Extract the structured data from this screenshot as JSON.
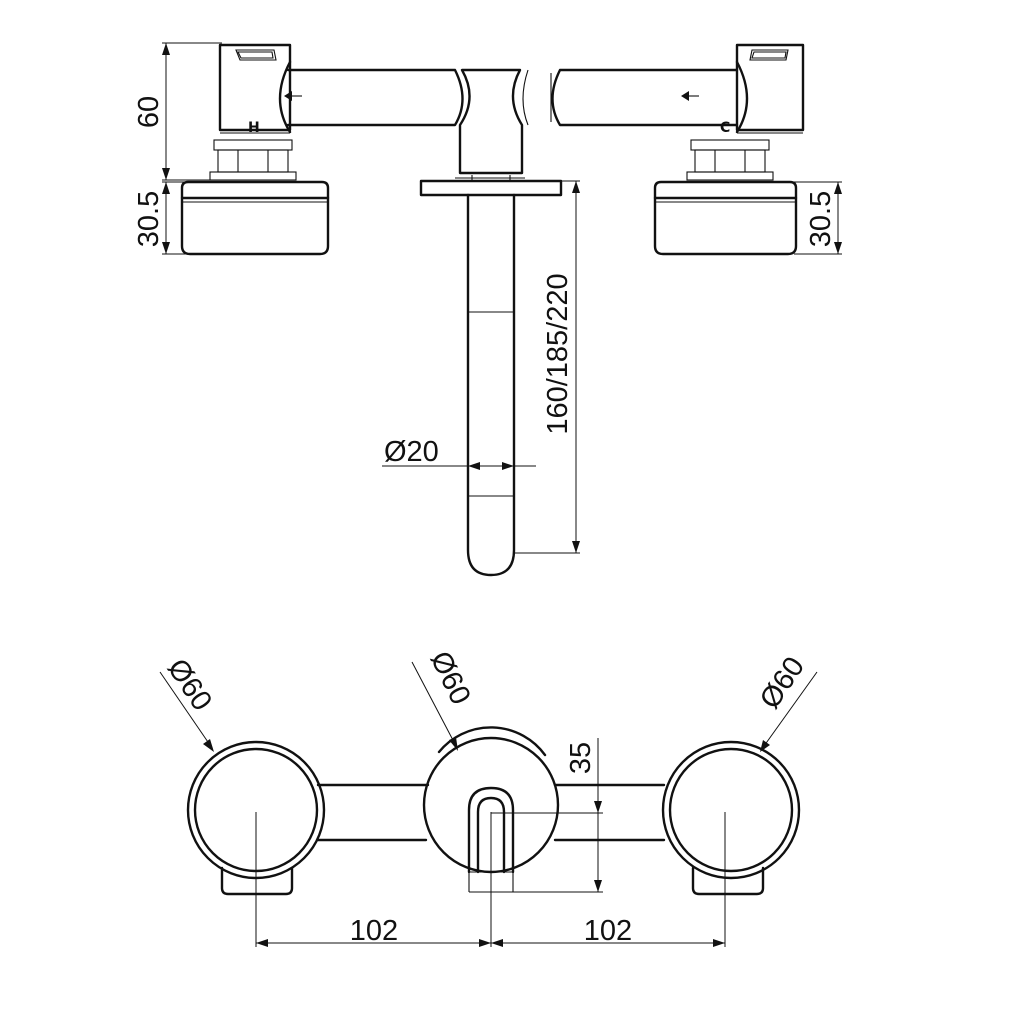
{
  "side_view": {
    "height_label": "60",
    "flange_left_label": "30.5",
    "flange_right_label": "30.5",
    "spout_length_label": "160/185/220",
    "spout_diameter_label": "Ø20",
    "hot_mark": "H",
    "cold_mark": "C"
  },
  "front_view": {
    "left_diameter_label": "Ø60",
    "center_diameter_label": "Ø60",
    "right_diameter_label": "Ø60",
    "spout_offset_label": "35",
    "left_spacing_label": "102",
    "right_spacing_label": "102"
  }
}
